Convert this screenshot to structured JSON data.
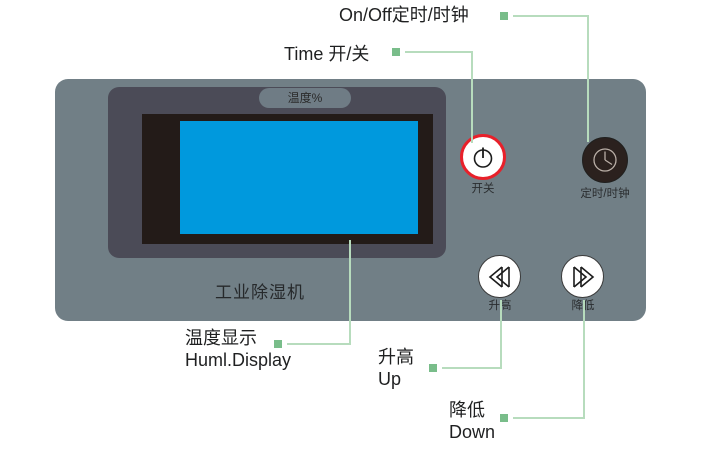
{
  "device": {
    "brand_label": "工业除湿机",
    "display_badge": "温度%",
    "screen_color": "#0099dd",
    "panel_color": "#717f86",
    "inner_panel_color": "#4b4b57",
    "bezel_color": "#231b18"
  },
  "buttons": {
    "power": {
      "caption": "开关",
      "icon": "power-icon",
      "ring_color": "#e8202a",
      "face_color": "#ffffff"
    },
    "timer": {
      "caption": "定时/时钟",
      "icon": "clock-icon",
      "face_color": "#2b211e"
    },
    "up": {
      "caption": "升高",
      "icon": "double-chevron-left-icon",
      "face_color": "#ffffff"
    },
    "down": {
      "caption": "降低",
      "icon": "double-chevron-right-icon",
      "face_color": "#ffffff"
    }
  },
  "annotations": {
    "leader_color": "#b7dcbd",
    "marker_color": "#79bd8a",
    "on_off_timer": {
      "line1": "On/Off定时/时钟"
    },
    "time_power": {
      "line1": "Time 开/关"
    },
    "humidity_display": {
      "line1": "温度显示",
      "line2": "Huml.Display"
    },
    "up": {
      "line1": "升高",
      "line2": "Up"
    },
    "down": {
      "line1": "降低",
      "line2": "Down"
    }
  }
}
